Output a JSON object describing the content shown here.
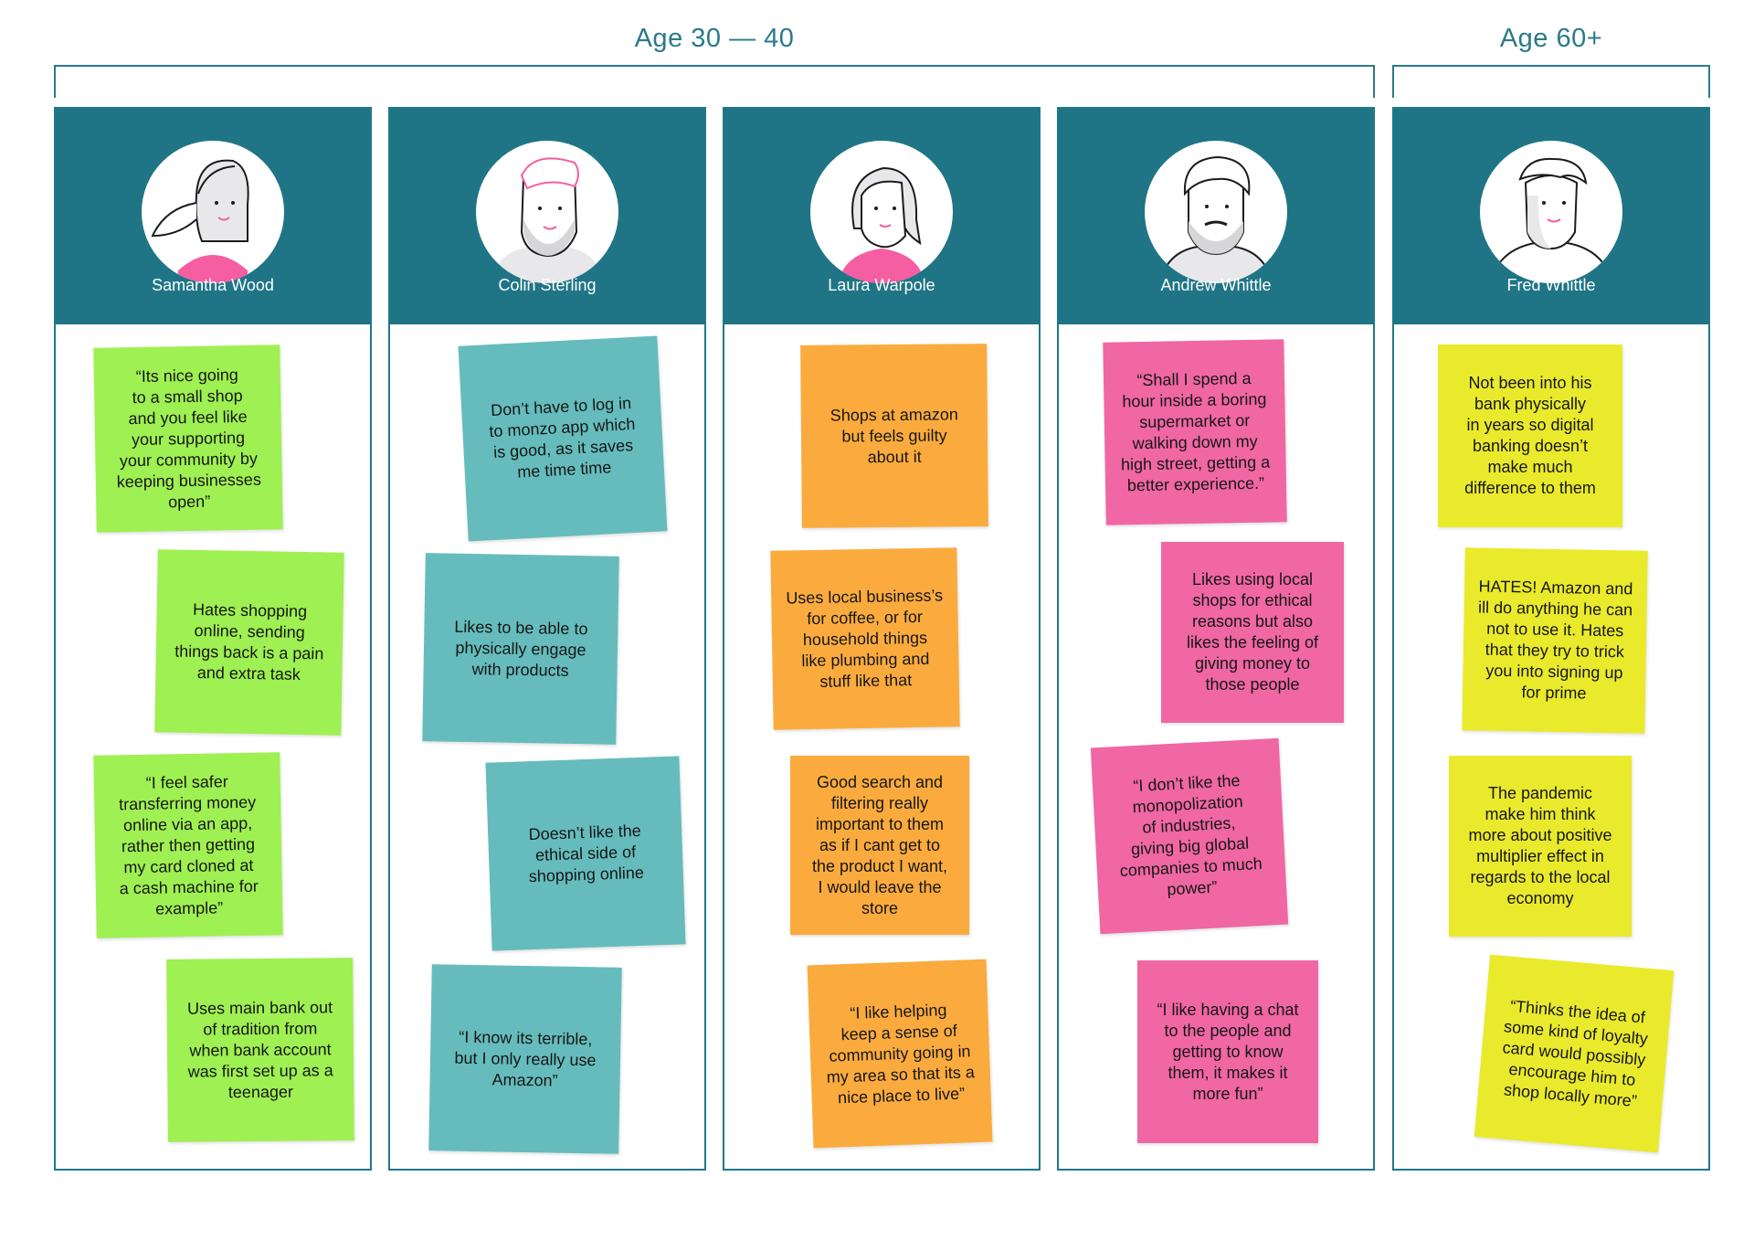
{
  "groups": {
    "age_30_40": "Age 30 — 40",
    "age_60_plus": "Age 60+"
  },
  "colors": {
    "header_teal": "#1f7585",
    "label_teal": "#2a7a8a",
    "sticky_green": "#9ff052",
    "sticky_teal": "#66bcbc",
    "sticky_orange": "#fbab3e",
    "sticky_pink": "#f067a4",
    "sticky_yellow": "#eaea2c",
    "avatar_pink": "#f55ea0"
  },
  "personas": [
    {
      "name": "Samantha Wood",
      "avatar_icon": "woman-ponytail-avatar-icon",
      "notes": [
        "“Its nice going\nto a small shop\nand you feel like\nyour supporting\nyour community by\nkeeping businesses\nopen”",
        "Hates shopping\nonline, sending\nthings back is a pain\nand extra task",
        "“I feel safer\ntransferring money\nonline via an app,\nrather then getting\nmy card cloned at\na cash machine for\nexample”",
        "Uses main bank out\nof tradition from\nwhen bank account\nwas first set up as a\nteenager"
      ]
    },
    {
      "name": "Colin Sterling",
      "avatar_icon": "bearded-man-avatar-icon",
      "notes": [
        "Don’t have to log in\nto monzo app which\nis good, as it saves\nme time time",
        "Likes to be able to\nphysically engage\nwith products",
        "Doesn’t like the\nethical side of\nshopping online",
        "“I know its terrible,\nbut I only really use\nAmazon”"
      ]
    },
    {
      "name": "Laura Warpole",
      "avatar_icon": "woman-bob-avatar-icon",
      "notes": [
        "Shops at amazon\nbut feels guilty\nabout it",
        "Uses local business’s\nfor coffee, or for\nhousehold things\nlike plumbing and\nstuff like that",
        "Good search and\nfiltering really\nimportant to them\nas if I cant get to\nthe product I want,\nI would leave the\nstore",
        "“I like helping\nkeep a sense of\ncommunity going in\nmy area so that its a\nnice place to live”"
      ]
    },
    {
      "name": "Andrew Whittle",
      "avatar_icon": "mustache-man-avatar-icon",
      "notes": [
        "“Shall I spend a\nhour inside a boring\nsupermarket or\nwalking down my\nhigh street, getting a\nbetter experience.”",
        "Likes using local\nshops for ethical\nreasons but also\nlikes the feeling of\ngiving money to\nthose people",
        "“I don’t like the\nmonopolization\nof industries,\ngiving big global\ncompanies to much\npower”",
        "“I like having a chat\nto the people and\ngetting to know\nthem, it makes it\nmore fun”"
      ]
    },
    {
      "name": "Fred Whittle",
      "avatar_icon": "older-man-avatar-icon",
      "notes": [
        "Not been into his\nbank physically\nin years so digital\nbanking doesn’t\nmake much\ndifference to them",
        "HATES! Amazon and\nill do anything he can\nnot to use it. Hates\nthat they try to trick\nyou into signing up\nfor prime",
        "The pandemic\nmake him think\nmore about positive\nmultiplier effect in\nregards to the local\neconomy",
        "“Thinks the idea of\nsome kind of loyalty\ncard would possibly\nencourage him to\nshop locally more”"
      ]
    }
  ]
}
